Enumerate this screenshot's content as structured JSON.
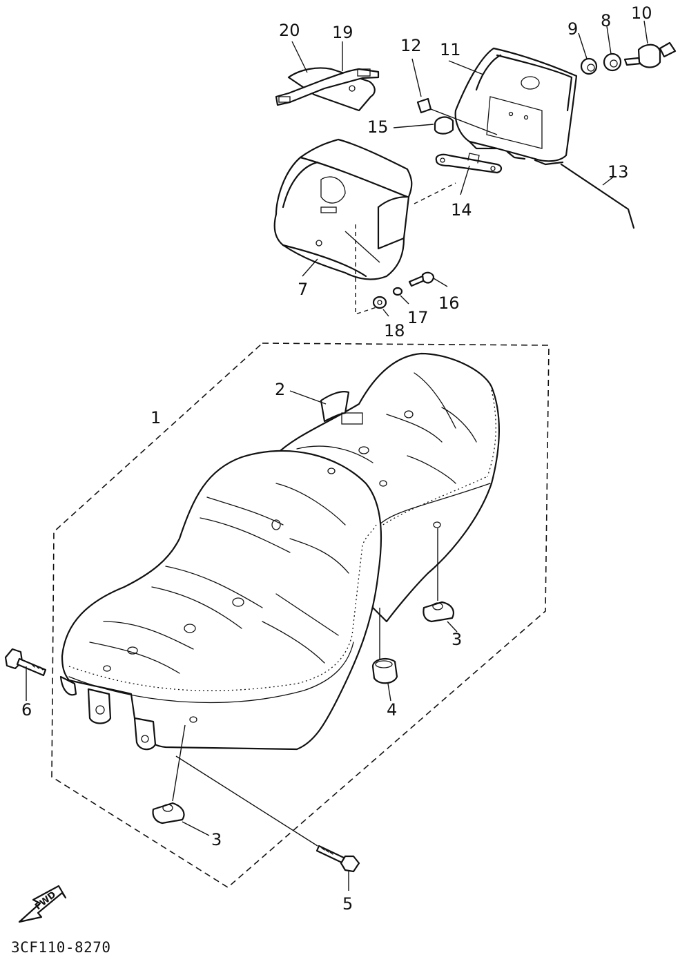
{
  "diagram_code": "3CF110-8270",
  "fwd_label": "FWD",
  "callouts": {
    "c1": "1",
    "c2": "2",
    "c3a": "3",
    "c3b": "3",
    "c4": "4",
    "c5": "5",
    "c6": "6",
    "c7": "7",
    "c8": "8",
    "c9": "9",
    "c10": "10",
    "c11": "11",
    "c12": "12",
    "c13": "13",
    "c14": "14",
    "c15": "15",
    "c16": "16",
    "c17": "17",
    "c18": "18",
    "c19": "19",
    "c20": "20"
  }
}
